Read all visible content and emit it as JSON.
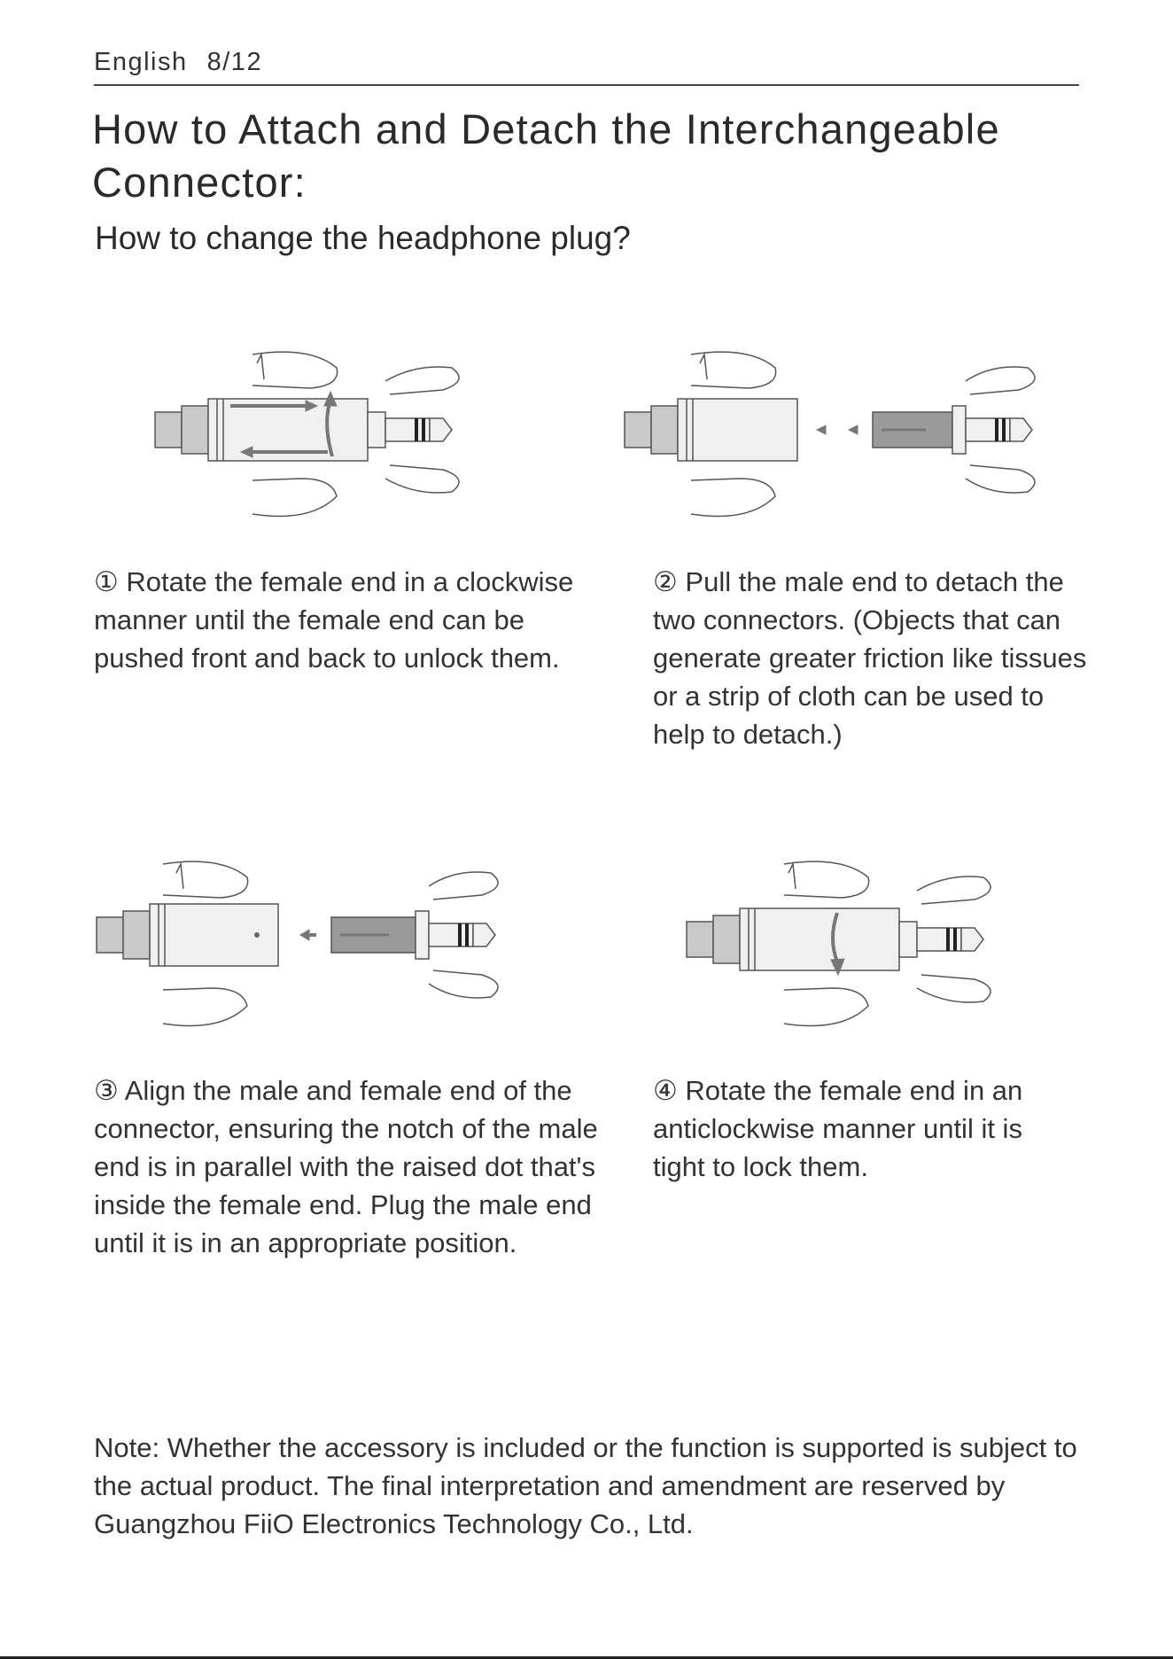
{
  "header": {
    "language": "English",
    "page": "8/12"
  },
  "title": "How to Attach and Detach the Interchangeable Connector:",
  "subtitle": "How to change the headphone plug?",
  "steps": [
    {
      "text": "① Rotate the female end in a clockwise manner until the female end can be pushed front and back to unlock them."
    },
    {
      "text": "② Pull the male end to detach the two connectors. (Objects that can generate greater friction like tissues or a strip of cloth can be used to help to detach.)"
    },
    {
      "text": "③ Align the male and female end of the connector, ensuring the notch of the male end is in parallel with the raised dot that's inside the female end. Plug the male end until it is in an appropriate position."
    },
    {
      "text": "④ Rotate the female end in an anticlockwise manner until it is tight to lock them."
    }
  ],
  "note": "Note: Whether the accessory is included or the function is supported is subject to the actual product. The final interpretation and amendment are reserved by Guangzhou FiiO Electronics Technology Co., Ltd.",
  "colors": {
    "text": "#2b2b2b",
    "rule": "#444444",
    "illustration_stroke": "#555555"
  }
}
